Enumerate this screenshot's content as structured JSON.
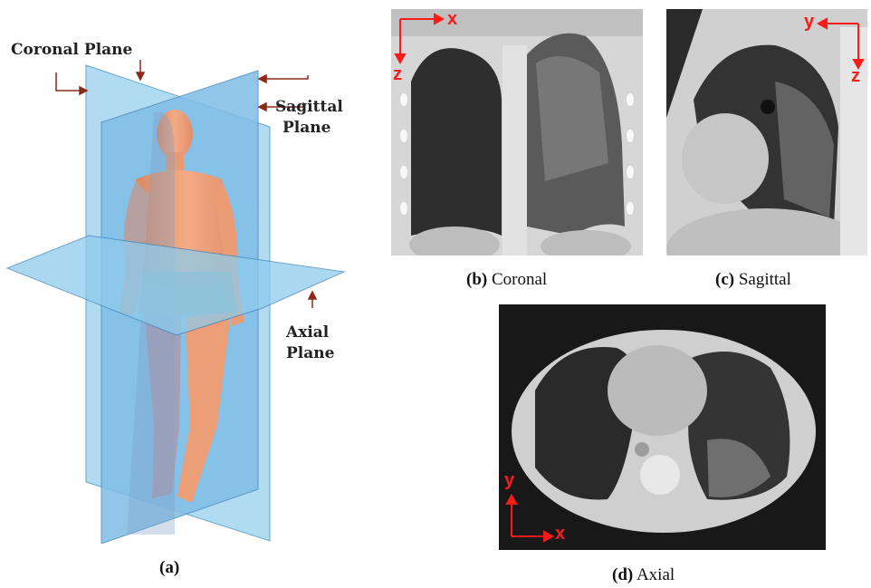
{
  "panel_a": {
    "coronal_label": "Coronal Plane",
    "sagittal_label_line1": "Sagittal",
    "sagittal_label_line2": "Plane",
    "axial_label_line1": "Axial",
    "axial_label_line2": "Plane",
    "caption_tag": "(a)"
  },
  "panel_b": {
    "caption_tag": "(b)",
    "caption_text": "Coronal",
    "axis_h": "x",
    "axis_v": "z"
  },
  "panel_c": {
    "caption_tag": "(c)",
    "caption_text": "Sagittal",
    "axis_h": "y",
    "axis_v": "z"
  },
  "panel_d": {
    "caption_tag": "(d)",
    "caption_text": "Axial",
    "axis_h": "x",
    "axis_v": "y"
  },
  "colors": {
    "plane": "#9fd3ee",
    "plane_dark": "#5aa9dd",
    "skin": "#f0a27a",
    "axis": "#ff1a1a",
    "arrow": "#8b2a1a"
  }
}
